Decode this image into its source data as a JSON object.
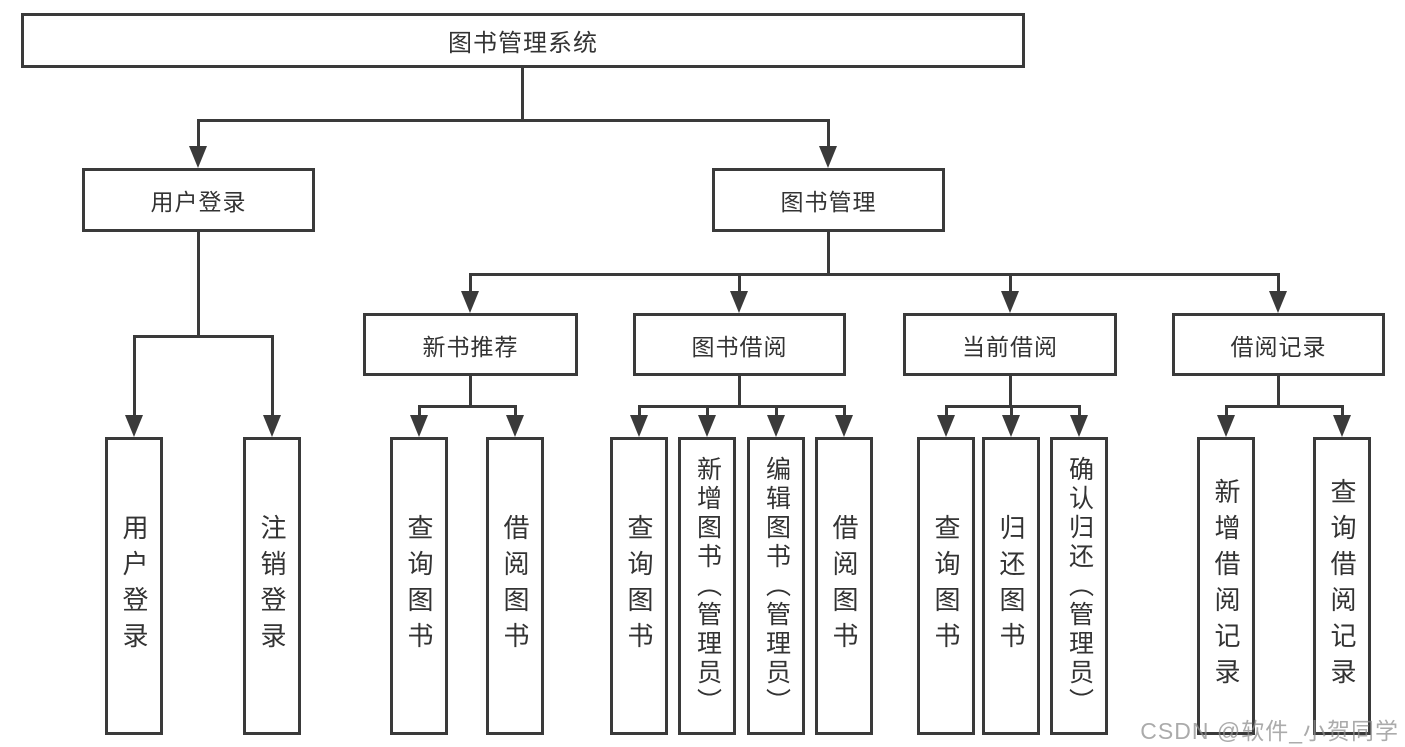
{
  "diagram": {
    "type": "hierarchy-tree",
    "colors": {
      "line": "#3a3a3a",
      "text": "#333333",
      "background": "#ffffff",
      "watermark_text": "#8f8f8f"
    },
    "tree": {
      "root": "图书管理系统",
      "branches": [
        {
          "label": "用户登录",
          "leaves": [
            "用户登录",
            "注销登录"
          ]
        },
        {
          "label": "图书管理",
          "groups": [
            {
              "label": "新书推荐",
              "leaves": [
                "查询图书",
                "借阅图书"
              ]
            },
            {
              "label": "图书借阅",
              "leaves": [
                "查询图书",
                "新增图书（管理员）",
                "编辑图书（管理员）",
                "借阅图书"
              ]
            },
            {
              "label": "当前借阅",
              "leaves": [
                "查询图书",
                "归还图书",
                "确认归还（管理员）"
              ]
            },
            {
              "label": "借阅记录",
              "leaves": [
                "新增借阅记录",
                "查询借阅记录"
              ]
            }
          ]
        }
      ]
    },
    "watermark": "CSDN @软件_小贺同学"
  }
}
